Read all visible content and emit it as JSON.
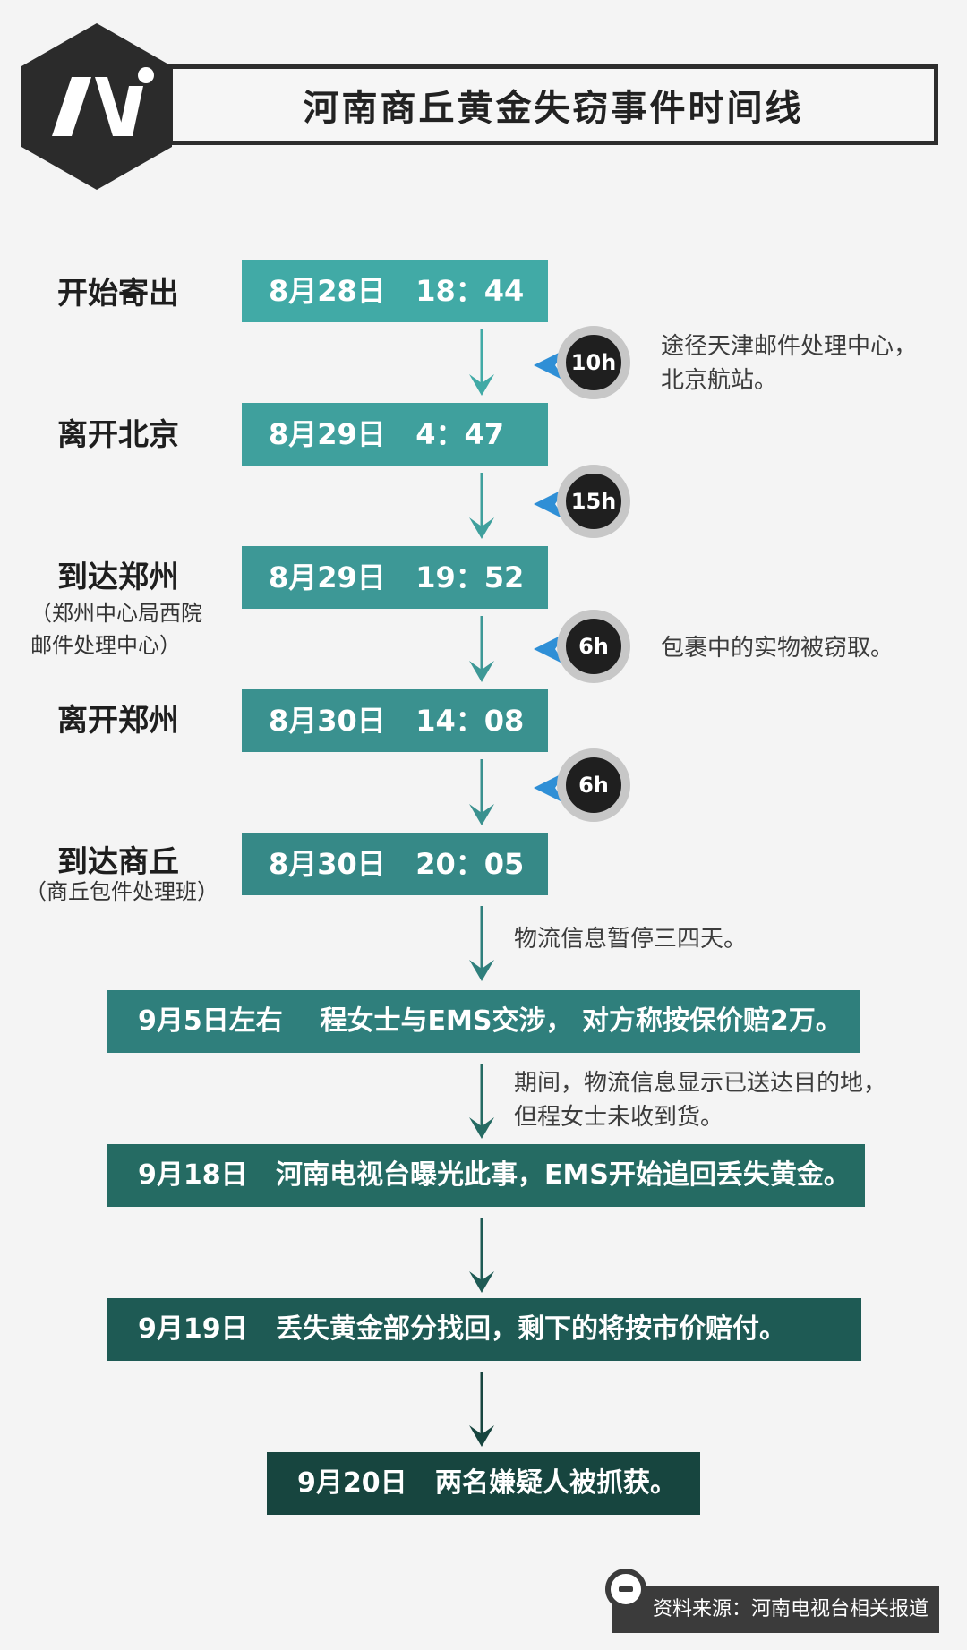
{
  "title": "河南商丘黄金失窃事件时间线",
  "colors": {
    "teal_light": "#41aaa6",
    "teal_mid": "#3f9795",
    "teal_dark": "#2f7f7c",
    "green_dark": "#256b63",
    "green_darker": "#1e5a54",
    "green_darkest": "#17453f"
  },
  "stages": [
    {
      "label": "开始寄出",
      "sub": "",
      "time": "8月28日   18：44"
    },
    {
      "label": "离开北京",
      "sub": "",
      "time": "8月29日   4：47"
    },
    {
      "label": "到达郑州",
      "sub": "（郑州中心局西院\n邮件处理中心）",
      "time": "8月29日   19：52"
    },
    {
      "label": "离开郑州",
      "sub": "",
      "time": "8月30日   14：08"
    },
    {
      "label": "到达商丘",
      "sub": "（商丘包件处理班）",
      "time": "8月30日   20：05"
    }
  ],
  "durations": [
    "10h",
    "15h",
    "6h",
    "6h"
  ],
  "notes": {
    "n1": "途径天津邮件处理中心，",
    "n1b": "北京航站。",
    "n2": "包裹中的实物被窃取。",
    "n3": "物流信息暂停三四天。",
    "n4": "期间，物流信息显示已送达目的地，",
    "n4b": "但程女士未收到货。"
  },
  "events": [
    "9月5日左右    程女士与EMS交涉， 对方称按保价赔2万。",
    "9月18日   河南电视台曝光此事，EMS开始追回丢失黄金。",
    "9月19日   丢失黄金部分找回，剩下的将按市价赔付。",
    "9月20日   两名嫌疑人被抓获。"
  ],
  "source": "资料来源：河南电视台相关报道",
  "icons": {
    "logo": "brand-logo-hexagon",
    "arrow": "down-arrow-icon",
    "pointer": "left-pointer-icon",
    "source": "source-badge-icon"
  }
}
